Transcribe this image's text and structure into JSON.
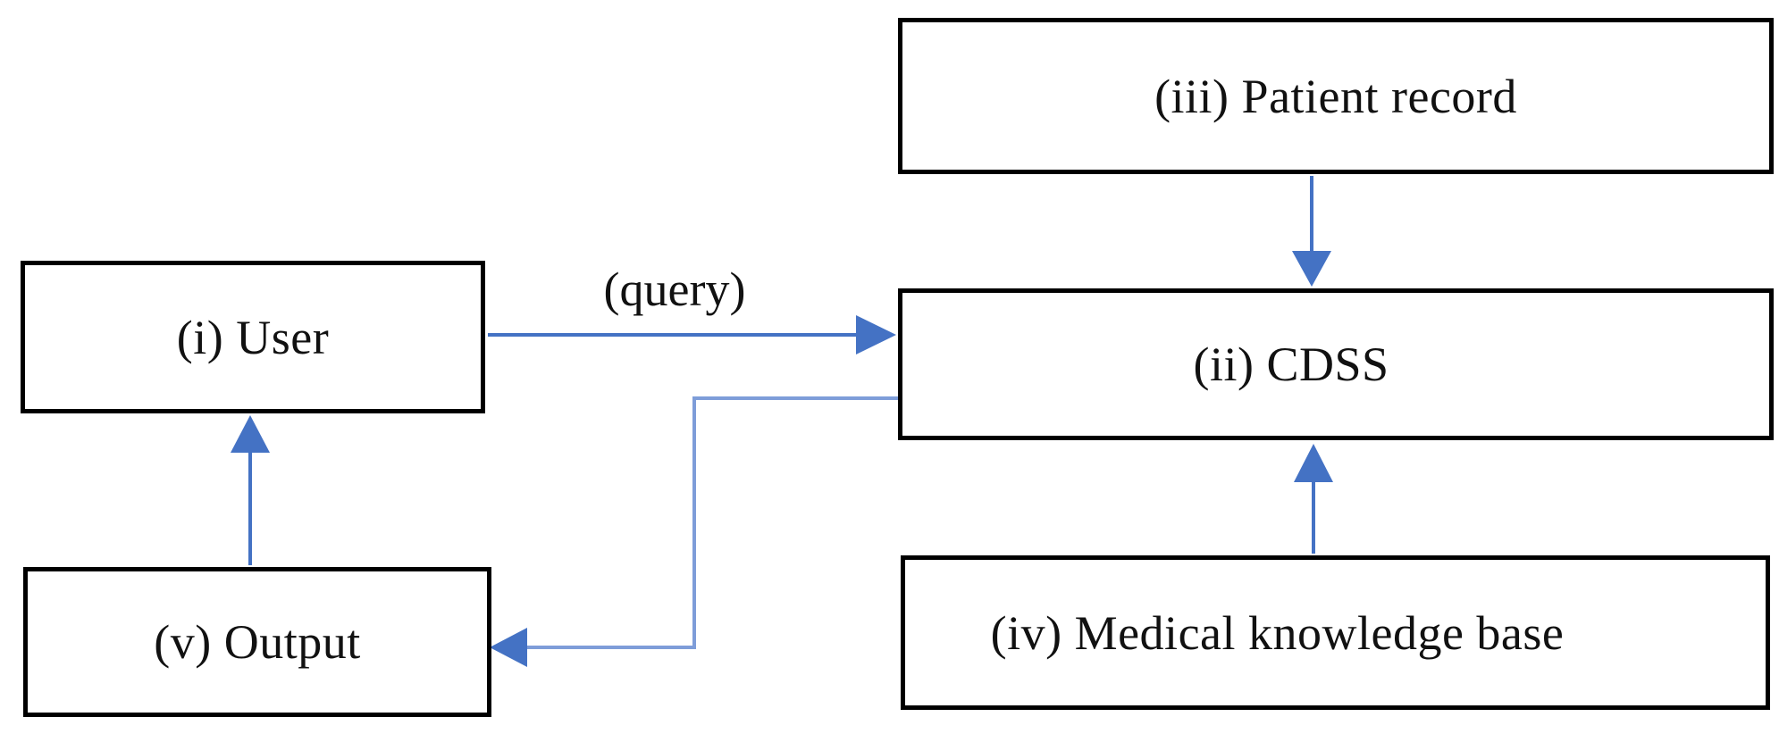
{
  "nodes": {
    "user": {
      "label": "(i) User"
    },
    "cdss": {
      "label": "(ii) CDSS"
    },
    "patient_record": {
      "label": "(iii) Patient record"
    },
    "medical_knowledge_base": {
      "label": "(iv) Medical knowledge base"
    },
    "output": {
      "label": "(v) Output"
    }
  },
  "edges": [
    {
      "from": "user",
      "to": "cdss",
      "label": "(query)",
      "direction": "right"
    },
    {
      "from": "patient_record",
      "to": "cdss",
      "direction": "down"
    },
    {
      "from": "medical_knowledge_base",
      "to": "cdss",
      "direction": "up"
    },
    {
      "from": "cdss",
      "to": "output",
      "direction": "elbow-left-down-left"
    },
    {
      "from": "output",
      "to": "user",
      "direction": "up"
    }
  ],
  "colors": {
    "arrow_blue": "#4472C4",
    "connector_light_blue": "#7E9DD9",
    "box_border": "#000000",
    "label_text": "#111111",
    "background": "#FFFFFF"
  }
}
